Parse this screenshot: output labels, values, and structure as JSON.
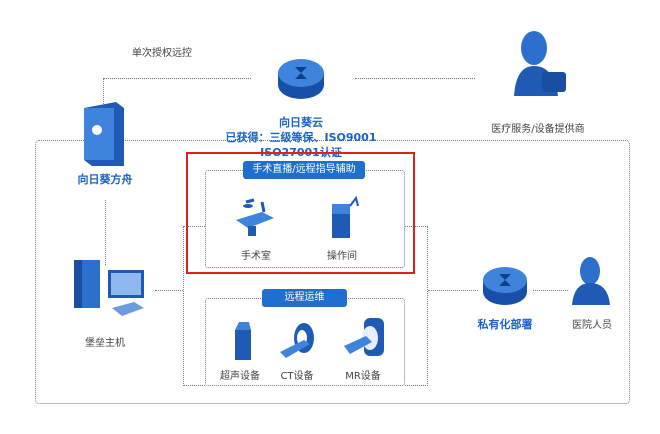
{
  "top": {
    "single_auth_label": "单次授权远控",
    "cloud_name": "向日葵云",
    "cloud_cert_line1": "已获得：三级等保、ISO9001",
    "cloud_cert_line2": "ISO27001认证",
    "provider_label": "医疗服务/设备提供商"
  },
  "left": {
    "ark_label": "向日葵方舟",
    "bastion_label": "堡垒主机"
  },
  "group_surgery": {
    "title": "手术直播/远程指导辅助",
    "items": [
      {
        "label": "手术室"
      },
      {
        "label": "操作间"
      }
    ]
  },
  "group_maintenance": {
    "title": "远程运维",
    "items": [
      {
        "label": "超声设备"
      },
      {
        "label": "CT设备"
      },
      {
        "label": "MR设备"
      }
    ]
  },
  "right": {
    "private_label": "私有化部署",
    "hospital_staff_label": "医院人员"
  },
  "colors": {
    "accent": "#1f6fd0",
    "highlight": "#e02020"
  }
}
